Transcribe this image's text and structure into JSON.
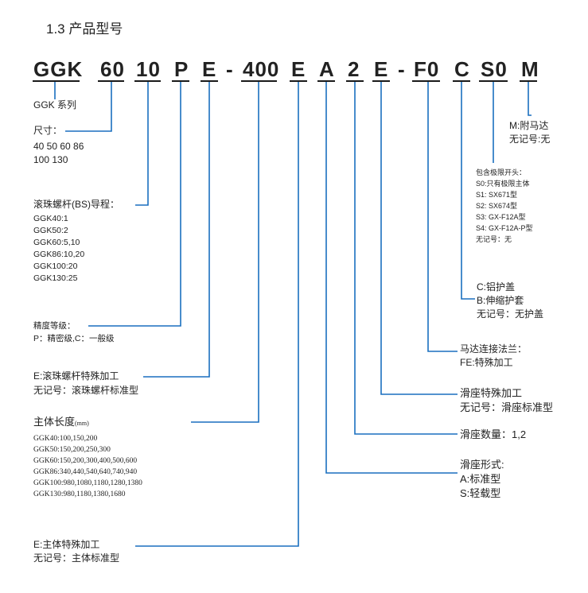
{
  "title": "1.3  产品型号",
  "code_segments": [
    "GGK",
    "60",
    "10",
    "P",
    "E",
    "-",
    "400",
    "E",
    "A",
    "2",
    "E",
    "-",
    "F0",
    "C",
    "S0",
    "M"
  ],
  "labels": {
    "series": "GGK 系列",
    "size": {
      "head": "尺寸：",
      "l1": "40 50 60 86",
      "l2": "100 130"
    },
    "lead": {
      "head": "滚珠螺杆(BS)导程：",
      "rows": [
        "GGK40:1",
        "GGK50:2",
        "GGK60:5,10",
        "GGK86:10,20",
        "GGK100:20",
        "GGK130:25"
      ]
    },
    "precision": {
      "head": "精度等级：",
      "l1": "P：精密级,C：一般级"
    },
    "screw_special": {
      "l1": "E:滚珠螺杆特殊加工",
      "l2": "无记号：滚珠螺杆标准型"
    },
    "body_length": {
      "head": "主体长度",
      "unit": "(mm)",
      "rows": [
        "GGK40:100,150,200",
        "GGK50:150,200,250,300",
        "GGK60:150,200,300,400,500,600",
        "GGK86:340,440,540,640,740,940",
        "GGK100:980,1080,1180,1280,1380",
        "GGK130:980,1180,1380,1680"
      ]
    },
    "body_special": {
      "l1": "E:主体特殊加工",
      "l2": "无记号：主体标准型"
    },
    "motor": {
      "l1": "M:附马达",
      "l2": "无记号:无"
    },
    "limit": {
      "head": "包含极限开头：",
      "rows": [
        "S0:只有极限主体",
        "S1: SX671型",
        "S2: SX674型",
        "S3: GX-F12A型",
        "S4: GX-F12A-P型",
        "无记号：无"
      ]
    },
    "cover": {
      "l1": "C:铝护盖",
      "l2": "B:伸缩护套",
      "l3": "无记号：无护盖"
    },
    "flange": {
      "l1": "马达连接法兰：",
      "l2": "FE:特殊加工"
    },
    "slide_special": {
      "l1": "滑座特殊加工",
      "l2": "无记号：滑座标准型"
    },
    "slide_qty": {
      "l1": "滑座数量：1,2"
    },
    "slide_form": {
      "l1": "滑座形式:",
      "l2": "A:标准型",
      "l3": "S:轻载型"
    }
  }
}
